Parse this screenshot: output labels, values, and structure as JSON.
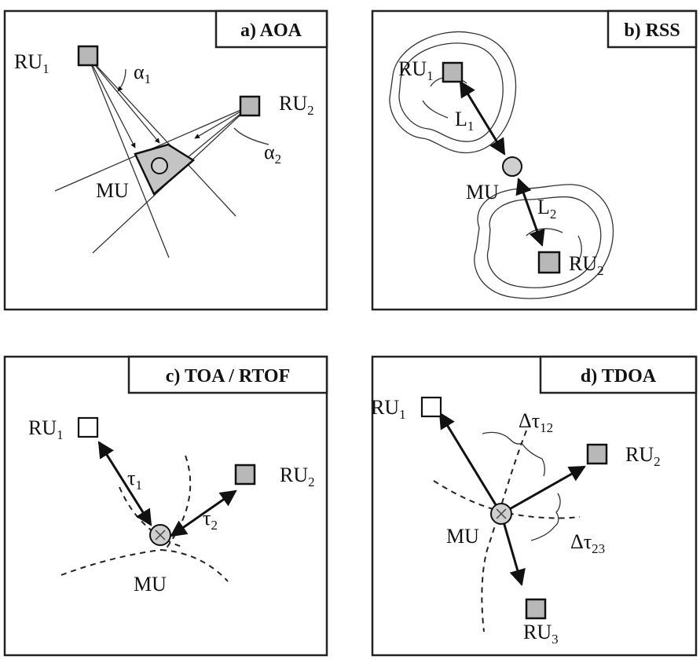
{
  "panels": {
    "a": {
      "title": "a) AOA",
      "ru1": {
        "base": "RU",
        "sub": "1"
      },
      "ru2": {
        "base": "RU",
        "sub": "2"
      },
      "alpha1": {
        "base": "α",
        "sub": "1"
      },
      "alpha2": {
        "base": "α",
        "sub": "2"
      },
      "mu": "MU"
    },
    "b": {
      "title": "b) RSS",
      "ru1": {
        "base": "RU",
        "sub": "1"
      },
      "ru2": {
        "base": "RU",
        "sub": "2"
      },
      "l1": {
        "base": "L",
        "sub": "1"
      },
      "l2": {
        "base": "L",
        "sub": "2"
      },
      "mu": "MU"
    },
    "c": {
      "title": "c) TOA / RTOF",
      "ru1": {
        "base": "RU",
        "sub": "1"
      },
      "ru2": {
        "base": "RU",
        "sub": "2"
      },
      "tau1": {
        "base": "τ",
        "sub": "1"
      },
      "tau2": {
        "base": "τ",
        "sub": "2"
      },
      "mu": "MU"
    },
    "d": {
      "title": "d) TDOA",
      "ru1": {
        "base": "RU",
        "sub": "1"
      },
      "ru2": {
        "base": "RU",
        "sub": "2"
      },
      "ru3": {
        "base": "RU",
        "sub": "3"
      },
      "dtau12": {
        "base": "Δτ",
        "sub": "12"
      },
      "dtau23": {
        "base": "Δτ",
        "sub": "23"
      },
      "mu": "MU"
    }
  },
  "colors": {
    "line": "#111111",
    "ru_fill": "#b8b8b8",
    "mu_fill": "#cfcfcf",
    "background": "#ffffff"
  }
}
